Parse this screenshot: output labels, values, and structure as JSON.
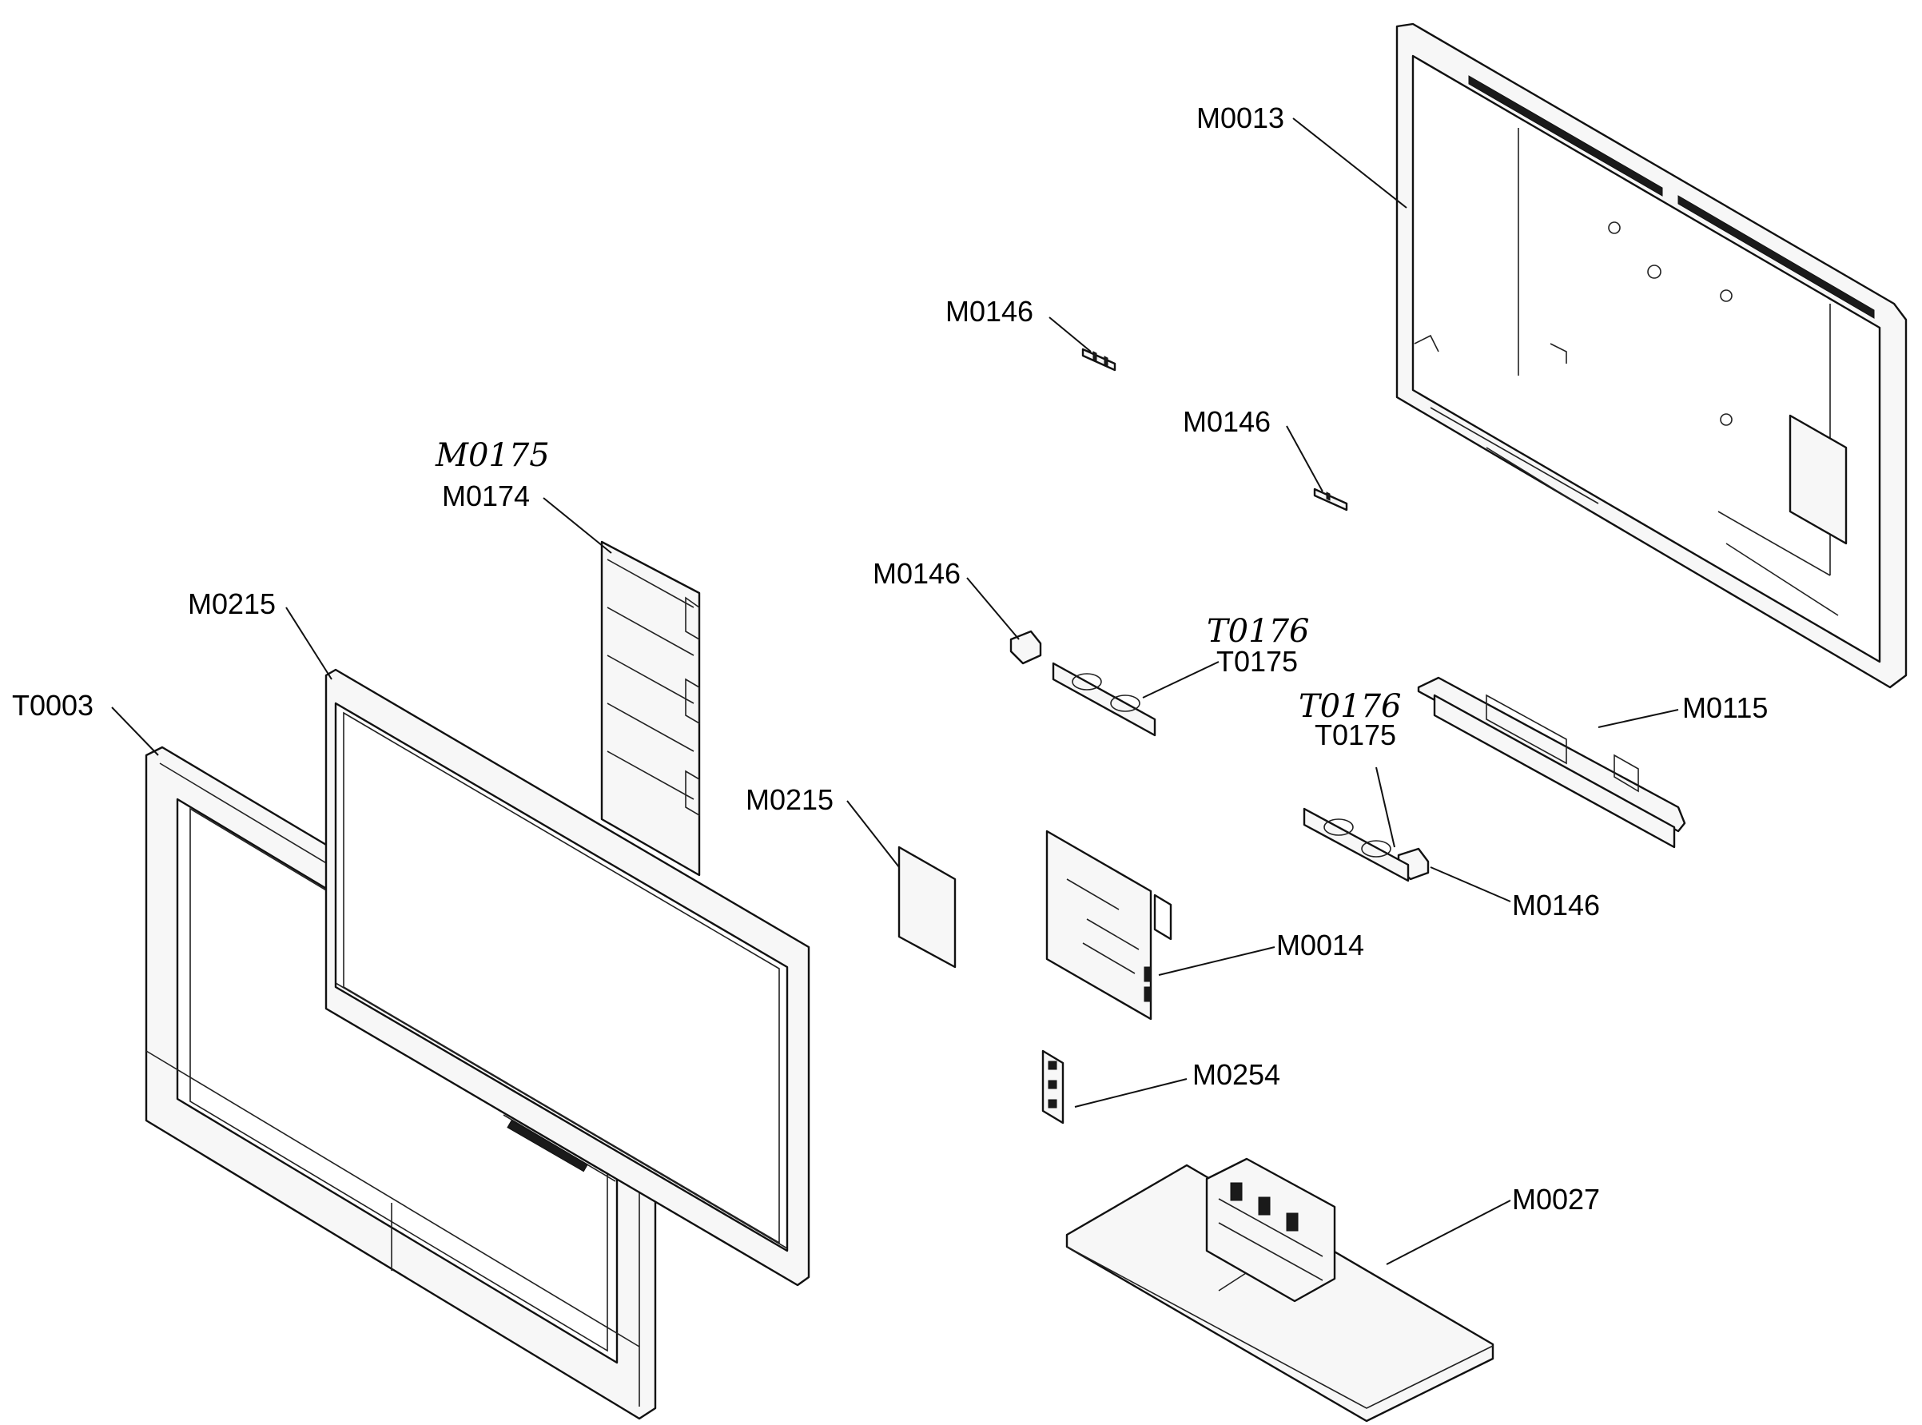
{
  "labels": {
    "back_cover": "M0013",
    "hinge_top": "M0146",
    "hinge_mid": "M0146",
    "hinge_left": "M0146",
    "hinge_right": "M0146",
    "speaker_left": "T0175",
    "speaker_right": "T0175",
    "bracket": "M0115",
    "main_board": "M0014",
    "small_board": "M0254",
    "stand": "M0027",
    "panel_board": "M0174",
    "panel_frame": "M0215",
    "panel_sheet": "M0215",
    "front_bezel": "T0003"
  },
  "handwritten": {
    "panel_board_alt": "M0175",
    "speaker_left_alt": "T0176",
    "speaker_right_alt": "T0176"
  }
}
